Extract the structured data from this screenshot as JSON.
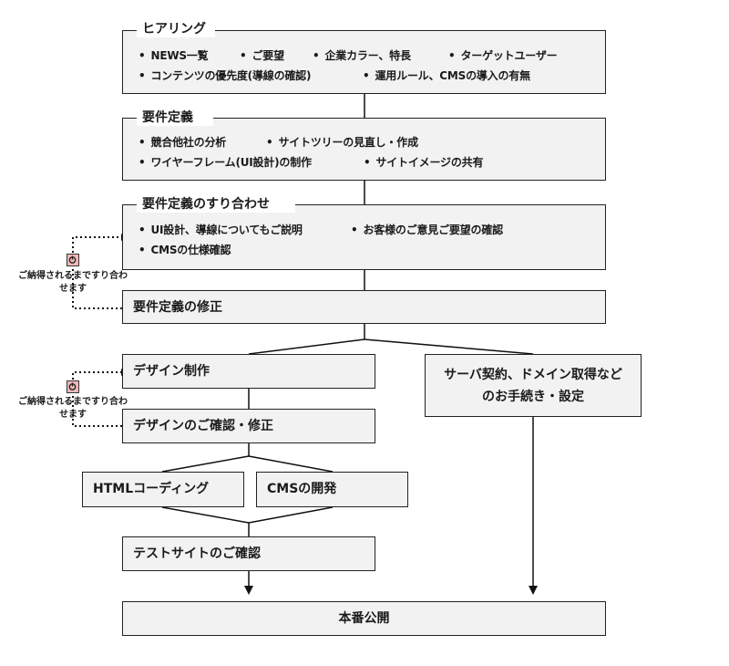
{
  "hearing": {
    "title": "ヒアリング",
    "bullets": [
      "NEWS一覧",
      "ご要望",
      "企業カラー、特長",
      "ターゲットユーザー",
      "コンテンツの優先度(導線の確認)",
      "運用ルール、CMSの導入の有無"
    ]
  },
  "requirements": {
    "title": "要件定義",
    "bullets": [
      "競合他社の分析",
      "サイトツリーの見直し・作成",
      "ワイヤーフレーム(UI設計)の制作",
      "サイトイメージの共有"
    ]
  },
  "alignment": {
    "title": "要件定義のすり合わせ",
    "bullets": [
      "UI設計、導線についてもご説明",
      "お客様のご意見ご要望の確認",
      "CMSの仕様確認"
    ]
  },
  "revision": {
    "label": "要件定義の修正"
  },
  "design": {
    "label": "デザイン制作"
  },
  "design_review": {
    "label": "デザインのご確認・修正"
  },
  "server": {
    "label": "サーバ契約、ドメイン取得などのお手続き・設定"
  },
  "html_coding": {
    "label": "HTMLコーディング"
  },
  "cms_dev": {
    "label": "CMSの開発"
  },
  "test_review": {
    "label": "テストサイトのご確認"
  },
  "launch": {
    "label": "本番公開"
  },
  "loop_note_1": {
    "text": "ご納得されるまですり合わせます",
    "icon": "power-icon"
  },
  "loop_note_2": {
    "text": "ご納得されるまですり合わせます",
    "icon": "power-icon"
  }
}
